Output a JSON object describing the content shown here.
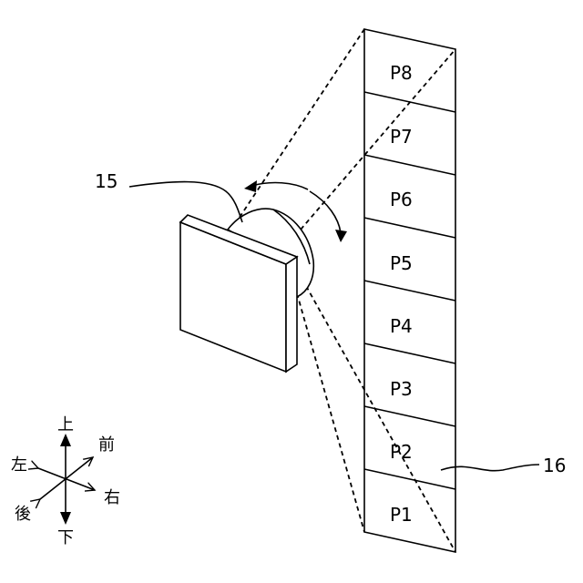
{
  "labels": {
    "projector_ref": "15",
    "screen_ref": "16"
  },
  "panels": [
    "P8",
    "P7",
    "P6",
    "P5",
    "P4",
    "P3",
    "P2",
    "P1"
  ],
  "directions": {
    "up": "上",
    "down": "下",
    "left": "左",
    "right": "右",
    "front": "前",
    "back": "後"
  }
}
